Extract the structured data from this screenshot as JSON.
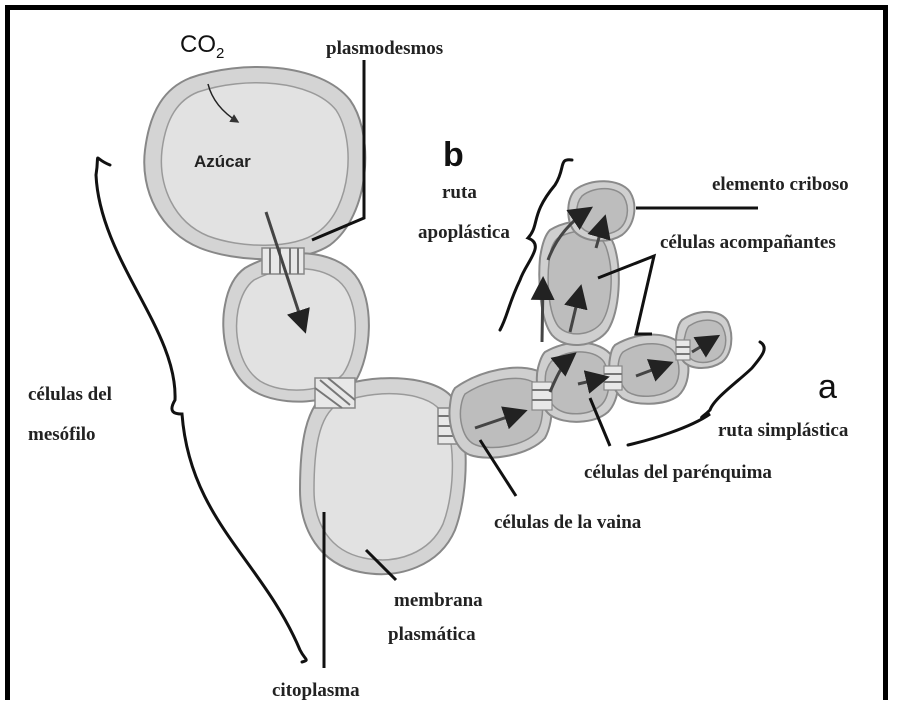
{
  "labels": {
    "co2_main": "CO",
    "co2_sub": "2",
    "sugar": "Azúcar",
    "plasmodesmata": "plasmodesmos",
    "letter_b": "b",
    "apoplastic_route_1": "ruta",
    "apoplastic_route_2": "apoplástica",
    "sieve_element": "elemento criboso",
    "companion_cells": "células acompañantes",
    "letter_a": "a",
    "symplastic_route": "ruta simplástica",
    "mesophyll_cells_1": "células del",
    "mesophyll_cells_2": "mesófilo",
    "parenchyma_cells": "células del parénquima",
    "sheath_cells": "células de la vaina",
    "plasma_membrane_1": "membrana",
    "plasma_membrane_2": "plasmática",
    "cytoplasm": "citoplasma"
  },
  "colors": {
    "cell_wall": "#d4d4d4",
    "cell_interior": "#e2e2e2",
    "vascular_cell": "#bdbdbd",
    "line": "#111111"
  }
}
